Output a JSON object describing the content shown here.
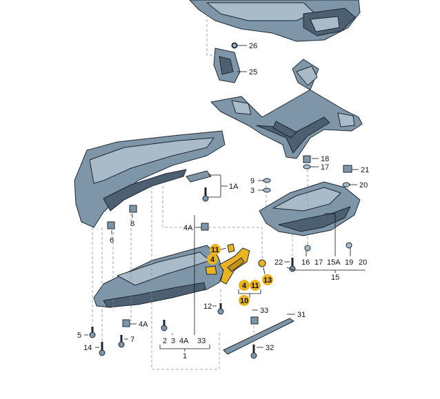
{
  "colors": {
    "part_fill": "#7f95a8",
    "part_fill_light": "#a9bac8",
    "part_fill_dark": "#4d6072",
    "highlight": "#e9b321",
    "leader": "#111111",
    "dash": "#8a8fa0"
  },
  "callouts": {
    "c26": "26",
    "c25": "25",
    "c18": "18",
    "c17": "17",
    "c21": "21",
    "c20": "20",
    "c9": "9",
    "c3_upper": "3",
    "c1A": "1A",
    "c8": "8",
    "c6": "6",
    "c4A_upper": "4A",
    "c22": "22",
    "c16": "16",
    "c17_lower": "17",
    "c15A": "15A",
    "c19": "19",
    "c20_lower": "20",
    "c15": "15",
    "c12": "12",
    "c33_right": "33",
    "c31": "31",
    "c32": "32",
    "c5": "5",
    "c4A_lower": "4A",
    "c14": "14",
    "c7": "7",
    "c2": "2",
    "c3_lower": "3",
    "c4A_bottom": "4A",
    "c33_bottom": "33",
    "c1": "1"
  },
  "highlighted_callouts": {
    "h11_top": "11",
    "h4_left": "4",
    "h4_bottom": "4",
    "h11_bottom": "11",
    "h13": "13",
    "h10": "10"
  }
}
